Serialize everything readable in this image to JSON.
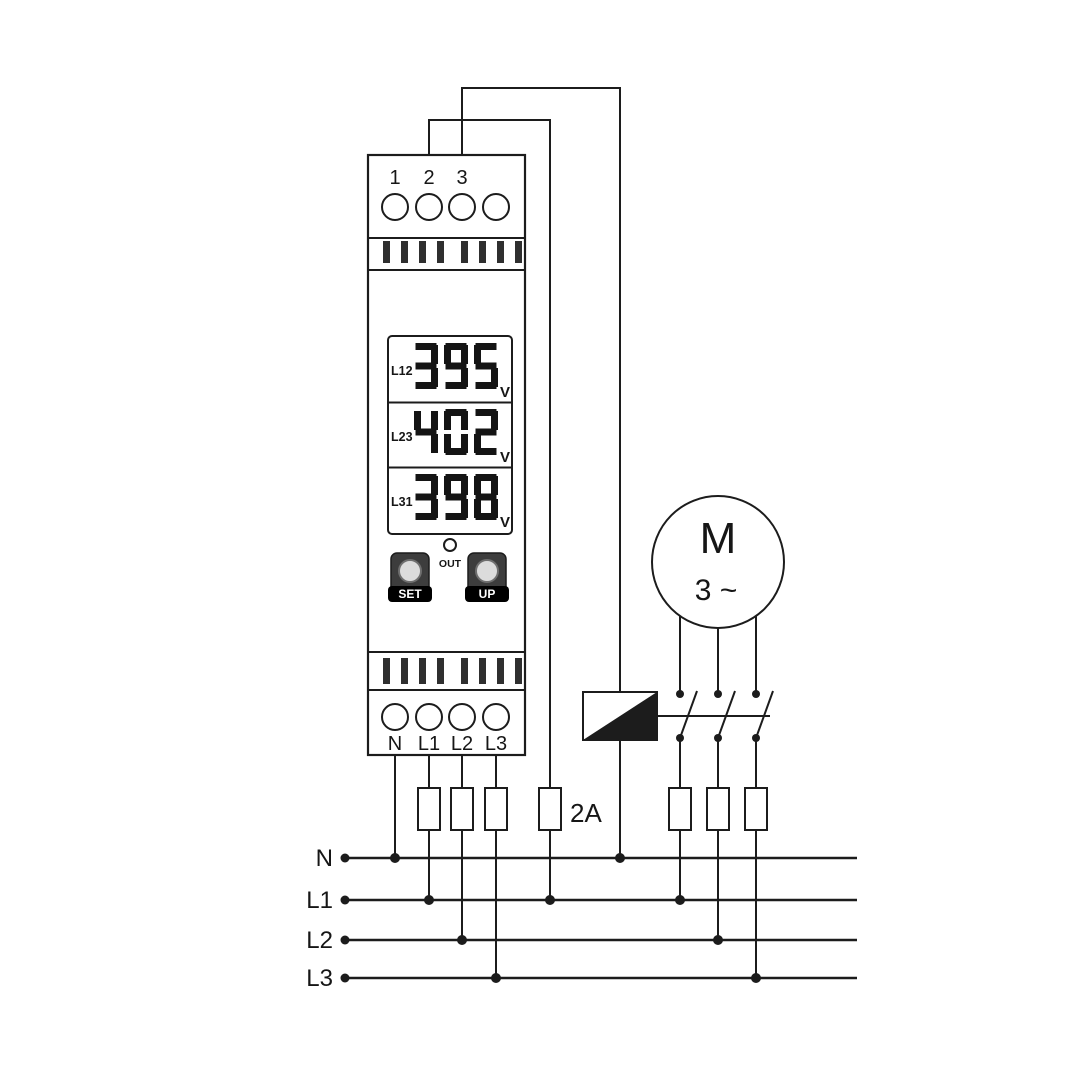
{
  "colors": {
    "line": "#1c1c1c",
    "vent": "#2f2f2f",
    "button": "#3d3d3d",
    "button_badge": "#000000",
    "lcd_digit": "#141414"
  },
  "device": {
    "top_terminals": [
      "1",
      "2",
      "3"
    ],
    "bottom_terminals": [
      "N",
      "L1",
      "L2",
      "L3"
    ],
    "display": {
      "rows": [
        {
          "label": "L12",
          "value": "395",
          "unit": "V"
        },
        {
          "label": "L23",
          "value": "402",
          "unit": "V"
        },
        {
          "label": "L31",
          "value": "398",
          "unit": "V"
        }
      ]
    },
    "led_label": "OUT",
    "buttons": [
      "SET",
      "UP"
    ]
  },
  "circuit": {
    "fuse_label": "2A",
    "bus_labels": [
      "N",
      "L1",
      "L2",
      "L3"
    ],
    "motor": {
      "label": "M",
      "phases": "3 ~"
    }
  }
}
